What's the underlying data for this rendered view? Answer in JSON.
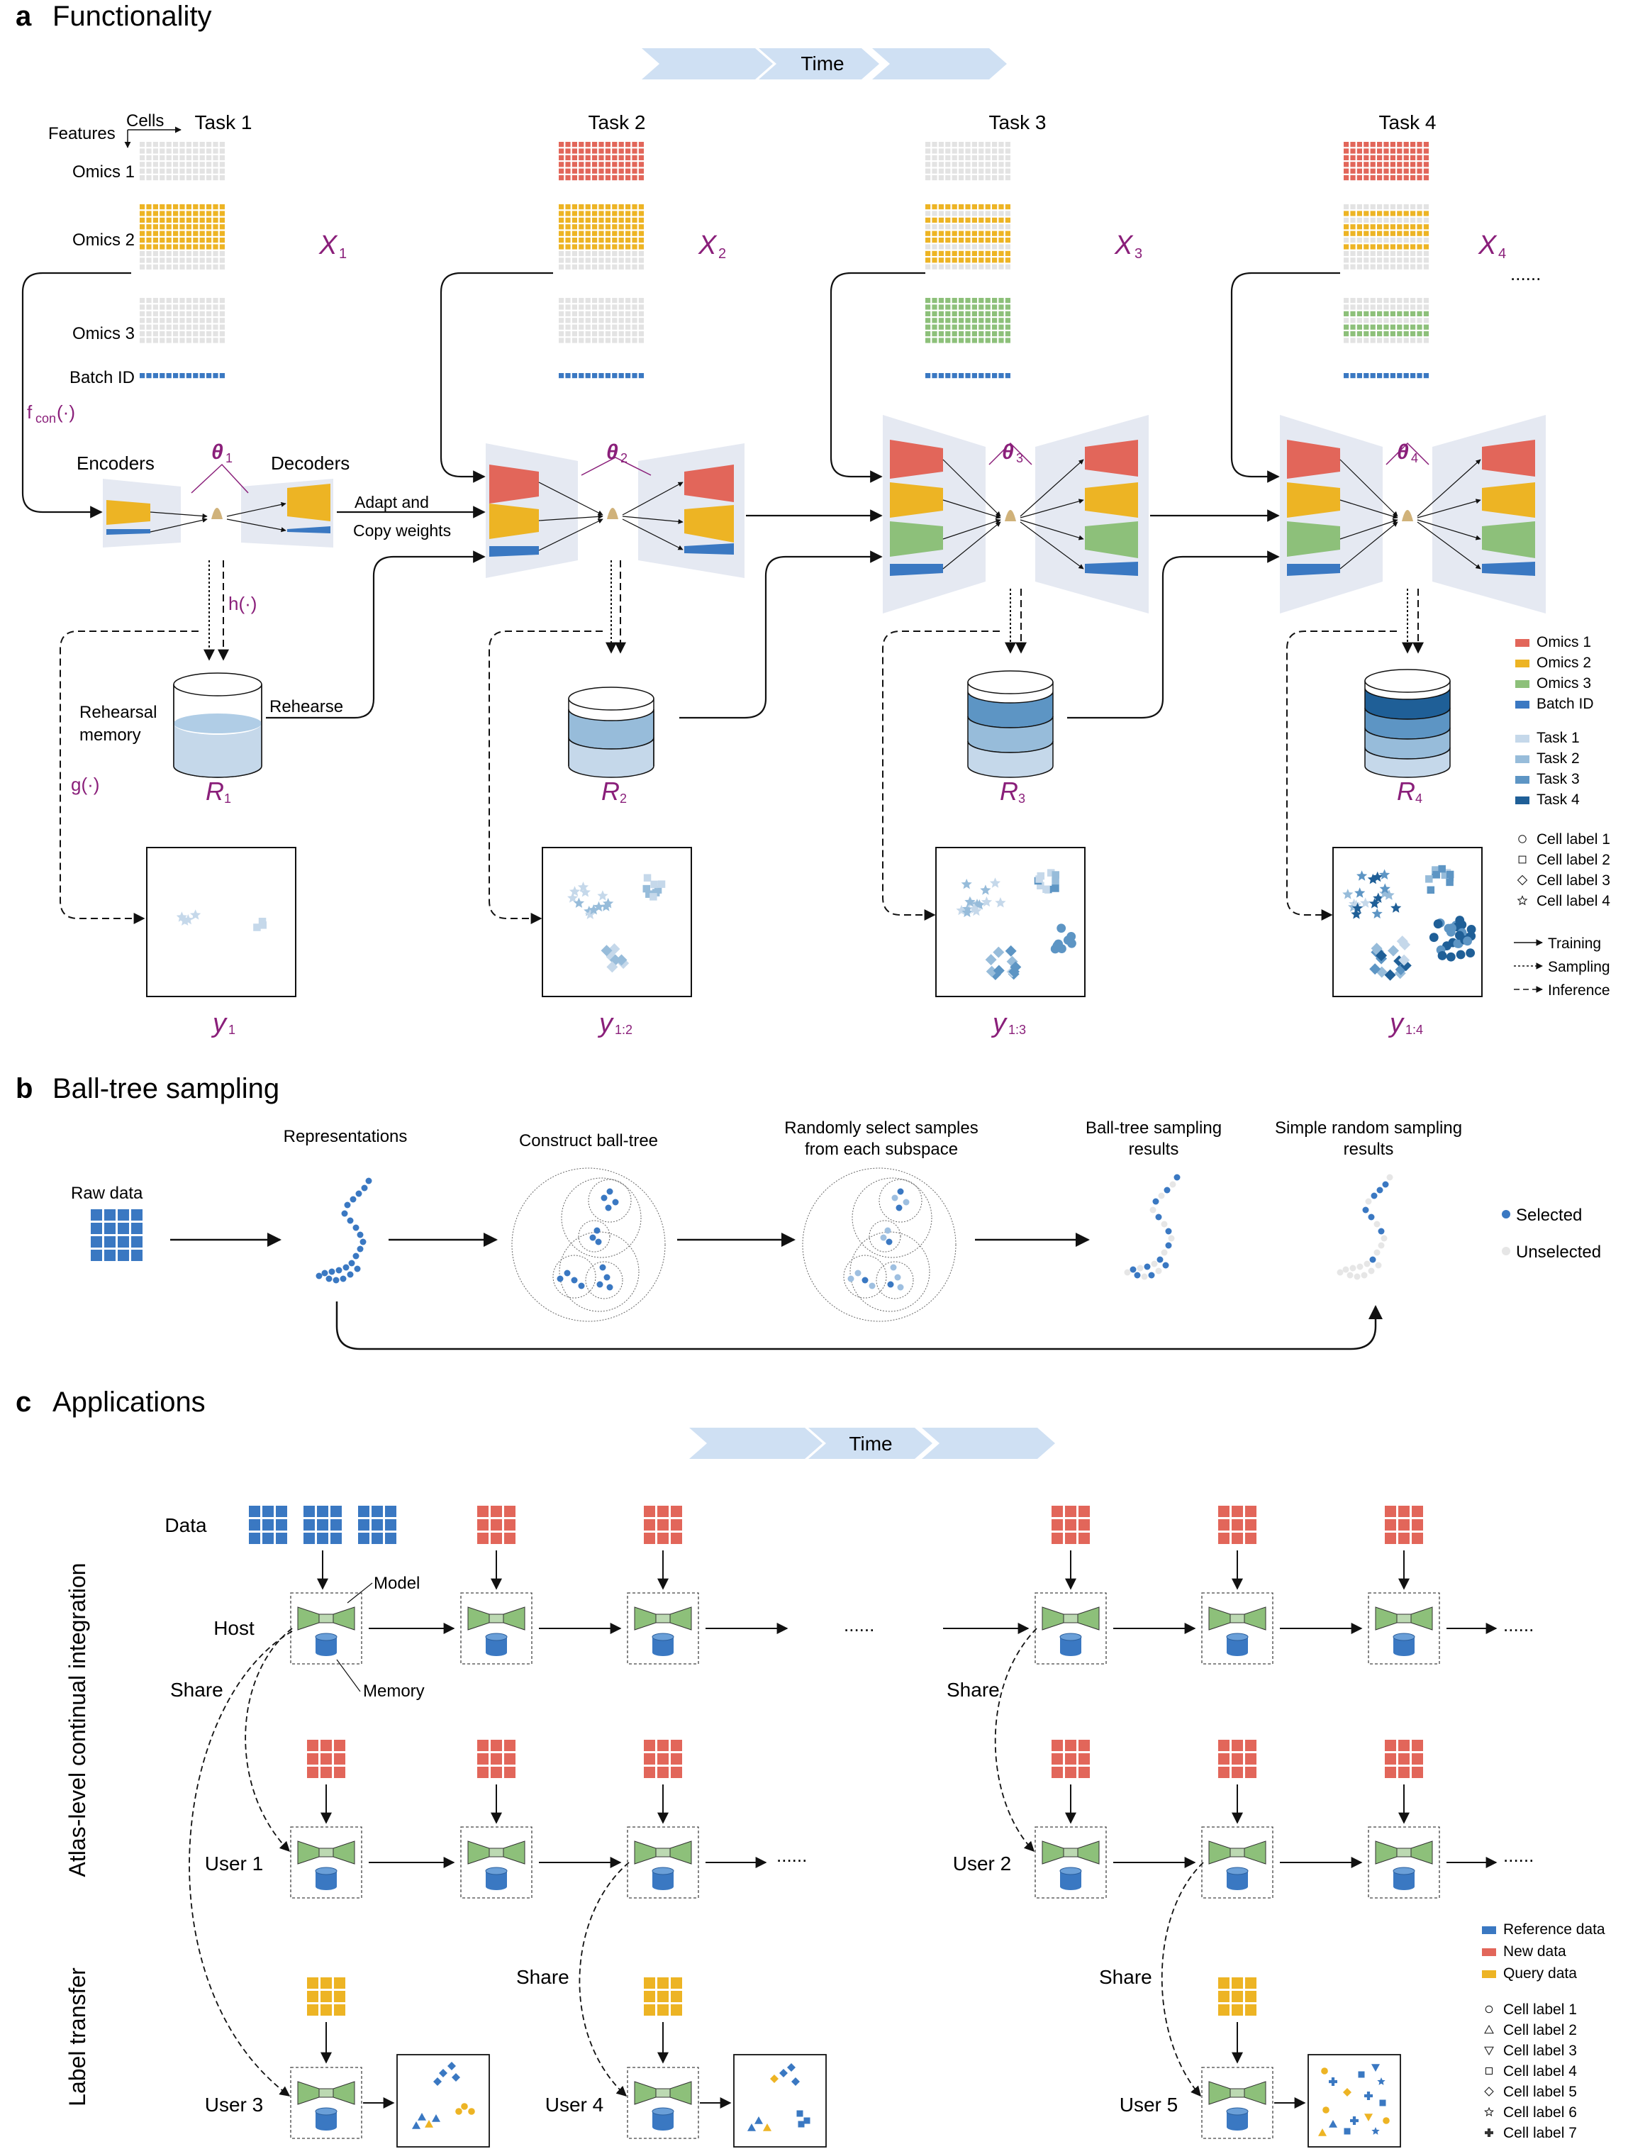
{
  "panel_a": {
    "letter": "a",
    "heading": "Functionality",
    "time": "Time",
    "tasks": [
      "Task 1",
      "Task 2",
      "Task 3",
      "Task 4"
    ],
    "cells": "Cells",
    "features": "Features",
    "omics": [
      "Omics 1",
      "Omics 2",
      "Omics 3"
    ],
    "batch": "Batch ID",
    "x_labels": [
      "X",
      "X",
      "X",
      "X"
    ],
    "x_subs": [
      "1",
      "2",
      "3",
      "4"
    ],
    "more": "......",
    "fcon_main": "f",
    "fcon_sub": "con",
    "fcon_tail": "(·)",
    "encoders": "Encoders",
    "decoders": "Decoders",
    "theta": "θ",
    "theta_subs": [
      "1",
      "2",
      "3",
      "4"
    ],
    "adapt1": "Adapt and",
    "adapt2": "Copy weights",
    "h": "h(·)",
    "g": "g(·)",
    "rehearsal1": "Rehearsal",
    "rehearsal2": "memory",
    "rehearse": "Rehearse",
    "r_label": "R",
    "r_subs": [
      "1",
      "2",
      "3",
      "4"
    ],
    "y_label": "y",
    "y_subs": [
      "1",
      "1:2",
      "1:3",
      "1:4"
    ],
    "legend_colors": [
      {
        "label": "Omics 1",
        "color": "#e2665a"
      },
      {
        "label": "Omics 2",
        "color": "#edb424"
      },
      {
        "label": "Omics 3",
        "color": "#8dc07a"
      },
      {
        "label": "Batch ID",
        "color": "#3a78c2"
      },
      {
        "label": "Task 1",
        "color": "#c5d8ea"
      },
      {
        "label": "Task 2",
        "color": "#97bcda"
      },
      {
        "label": "Task 3",
        "color": "#5d95c4"
      },
      {
        "label": "Task 4",
        "color": "#1f5f97"
      }
    ],
    "legend_shapes": [
      "Cell label 1",
      "Cell label 2",
      "Cell label 3",
      "Cell label 4"
    ],
    "legend_lines": [
      "Training",
      "Sampling",
      "Inference"
    ]
  },
  "panel_b": {
    "letter": "b",
    "heading": "Ball-tree sampling",
    "raw": "Raw data",
    "repr": "Representations",
    "construct": "Construct ball-tree",
    "random1": "Randomly select samples",
    "random2": "from each subspace",
    "bt1": "Ball-tree sampling",
    "bt2": "results",
    "srs1": "Simple random sampling",
    "srs2": "results",
    "selected": "Selected",
    "unselected": "Unselected",
    "selected_color": "#3a78c2",
    "unselected_color": "#e6e6e6"
  },
  "panel_c": {
    "letter": "c",
    "heading": "Applications",
    "time": "Time",
    "data": "Data",
    "host": "Host",
    "model": "Model",
    "memory": "Memory",
    "share": "Share",
    "users": [
      "User 1",
      "User 2",
      "User 3",
      "User 4",
      "User 5"
    ],
    "atlas": "Atlas-level continual integration",
    "label_transfer": "Label transfer",
    "more": "......",
    "legend_colors": [
      {
        "label": "Reference data",
        "color": "#3a78c2"
      },
      {
        "label": "New data",
        "color": "#e2665a"
      },
      {
        "label": "Query data",
        "color": "#edb424"
      }
    ],
    "legend_shapes": [
      "Cell label 1",
      "Cell label 2",
      "Cell label 3",
      "Cell label 4",
      "Cell label 5",
      "Cell label 6",
      "Cell label 7"
    ]
  }
}
